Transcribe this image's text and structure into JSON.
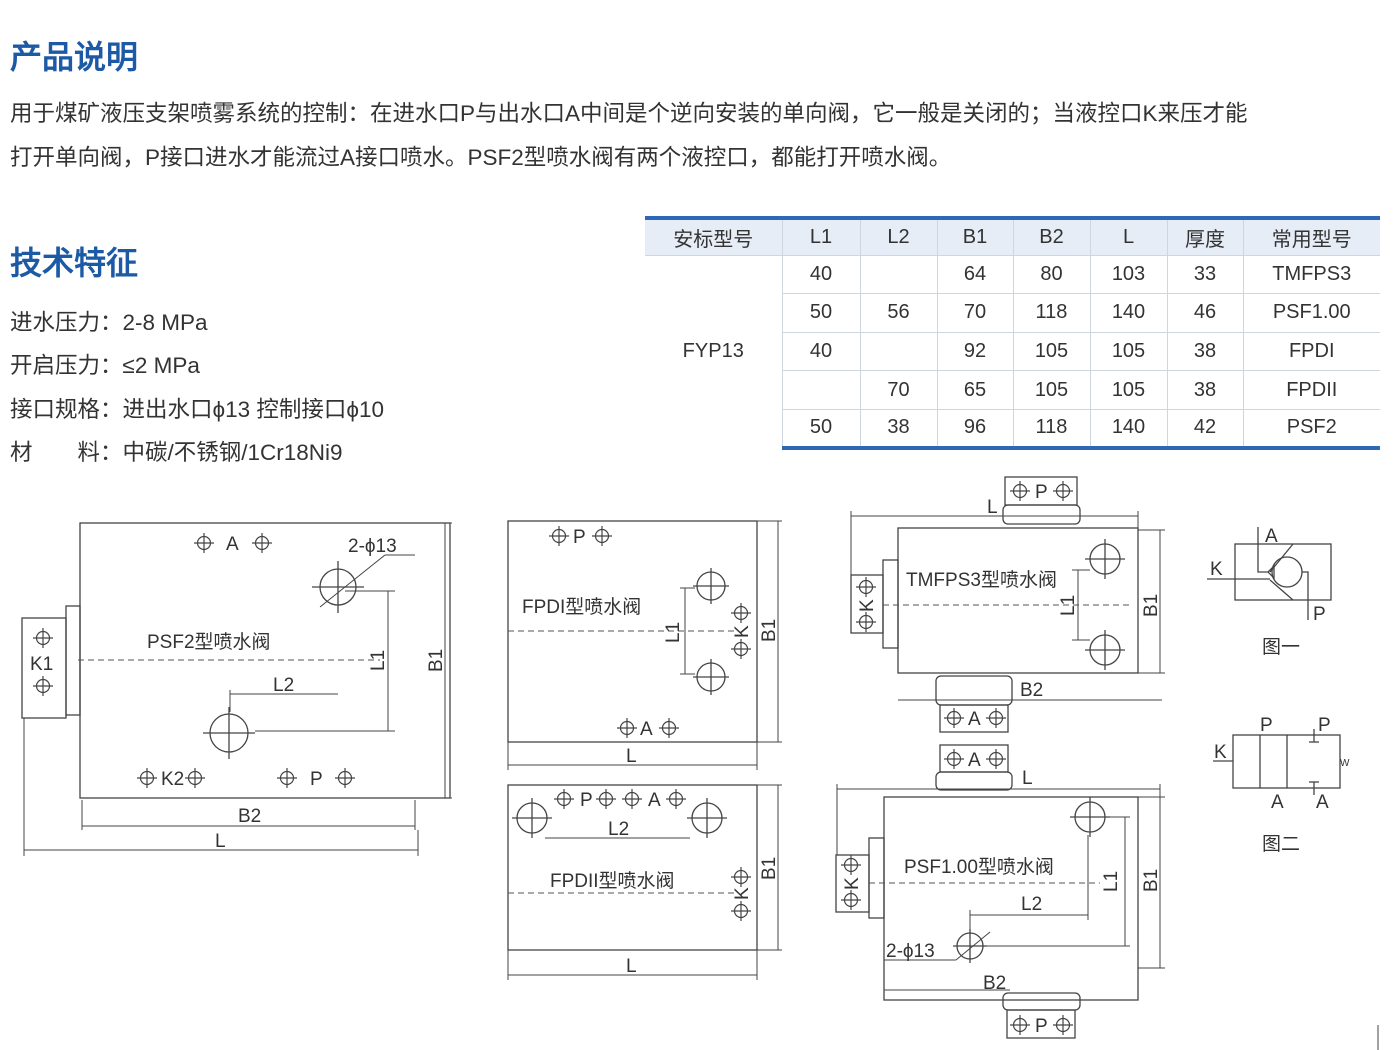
{
  "sections": {
    "description_title": "产品说明",
    "description_lines": [
      "用于煤矿液压支架喷雾系统的控制：在进水口P与出水口A中间是个逆向安装的单向阀，它一般是关闭的；当液控口K来压才能",
      "打开单向阀，P接口进水才能流过A接口喷水。PSF2型喷水阀有两个液控口，都能打开喷水阀。"
    ],
    "features_title": "技术特征",
    "specs": [
      "进水压力：2-8 MPa",
      "开启压力：≤2 MPa",
      "接口规格：进出水口ϕ13 控制接口ϕ10",
      "材　　料：中碳/不锈钢/1Cr18Ni9"
    ]
  },
  "table": {
    "headers": [
      "安标型号",
      "L1",
      "L2",
      "B1",
      "B2",
      "L",
      "厚度",
      "常用型号"
    ],
    "group": "FYP13",
    "rows": [
      [
        "40",
        "",
        "64",
        "80",
        "103",
        "33",
        "TMFPS3"
      ],
      [
        "50",
        "56",
        "70",
        "118",
        "140",
        "46",
        "PSF1.00"
      ],
      [
        "40",
        "",
        "92",
        "105",
        "105",
        "38",
        "FPDI"
      ],
      [
        "",
        "70",
        "65",
        "105",
        "105",
        "38",
        "FPDII"
      ],
      [
        "50",
        "38",
        "96",
        "118",
        "140",
        "42",
        "PSF2"
      ]
    ]
  },
  "diagrams": {
    "psf2": {
      "name": "PSF2型喷水阀",
      "A": "A",
      "hole": "2-ϕ13",
      "K1": "K1",
      "K2": "K2",
      "P": "P",
      "L1": "L1",
      "L2": "L2",
      "B1": "B1",
      "B2": "B2",
      "L": "L"
    },
    "fpdi": {
      "name": "FPDI型喷水阀",
      "P": "P",
      "A": "A",
      "K": "K",
      "L1": "L1",
      "B1": "B1",
      "L": "L"
    },
    "fpdii": {
      "name": "FPDII型喷水阀",
      "P": "P",
      "A": "A",
      "K": "K",
      "L2": "L2",
      "B1": "B1",
      "L": "L"
    },
    "tmfps3": {
      "name": "TMFPS3型喷水阀",
      "P": "P",
      "A": "A",
      "K": "K",
      "L": "L",
      "L1": "L1",
      "B1": "B1",
      "B2": "B2"
    },
    "psf100": {
      "name": "PSF1.00型喷水阀",
      "P": "P",
      "A": "A",
      "K": "K",
      "L": "L",
      "L1": "L1",
      "L2": "L2",
      "B1": "B1",
      "B2": "B2",
      "hole": "2-ϕ13"
    },
    "fig1": {
      "caption": "图一",
      "A": "A",
      "K": "K",
      "P": "P"
    },
    "fig2": {
      "caption": "图二",
      "P1": "P",
      "P2": "P",
      "K": "K",
      "A1": "A",
      "A2": "A",
      "spring": "W"
    }
  }
}
